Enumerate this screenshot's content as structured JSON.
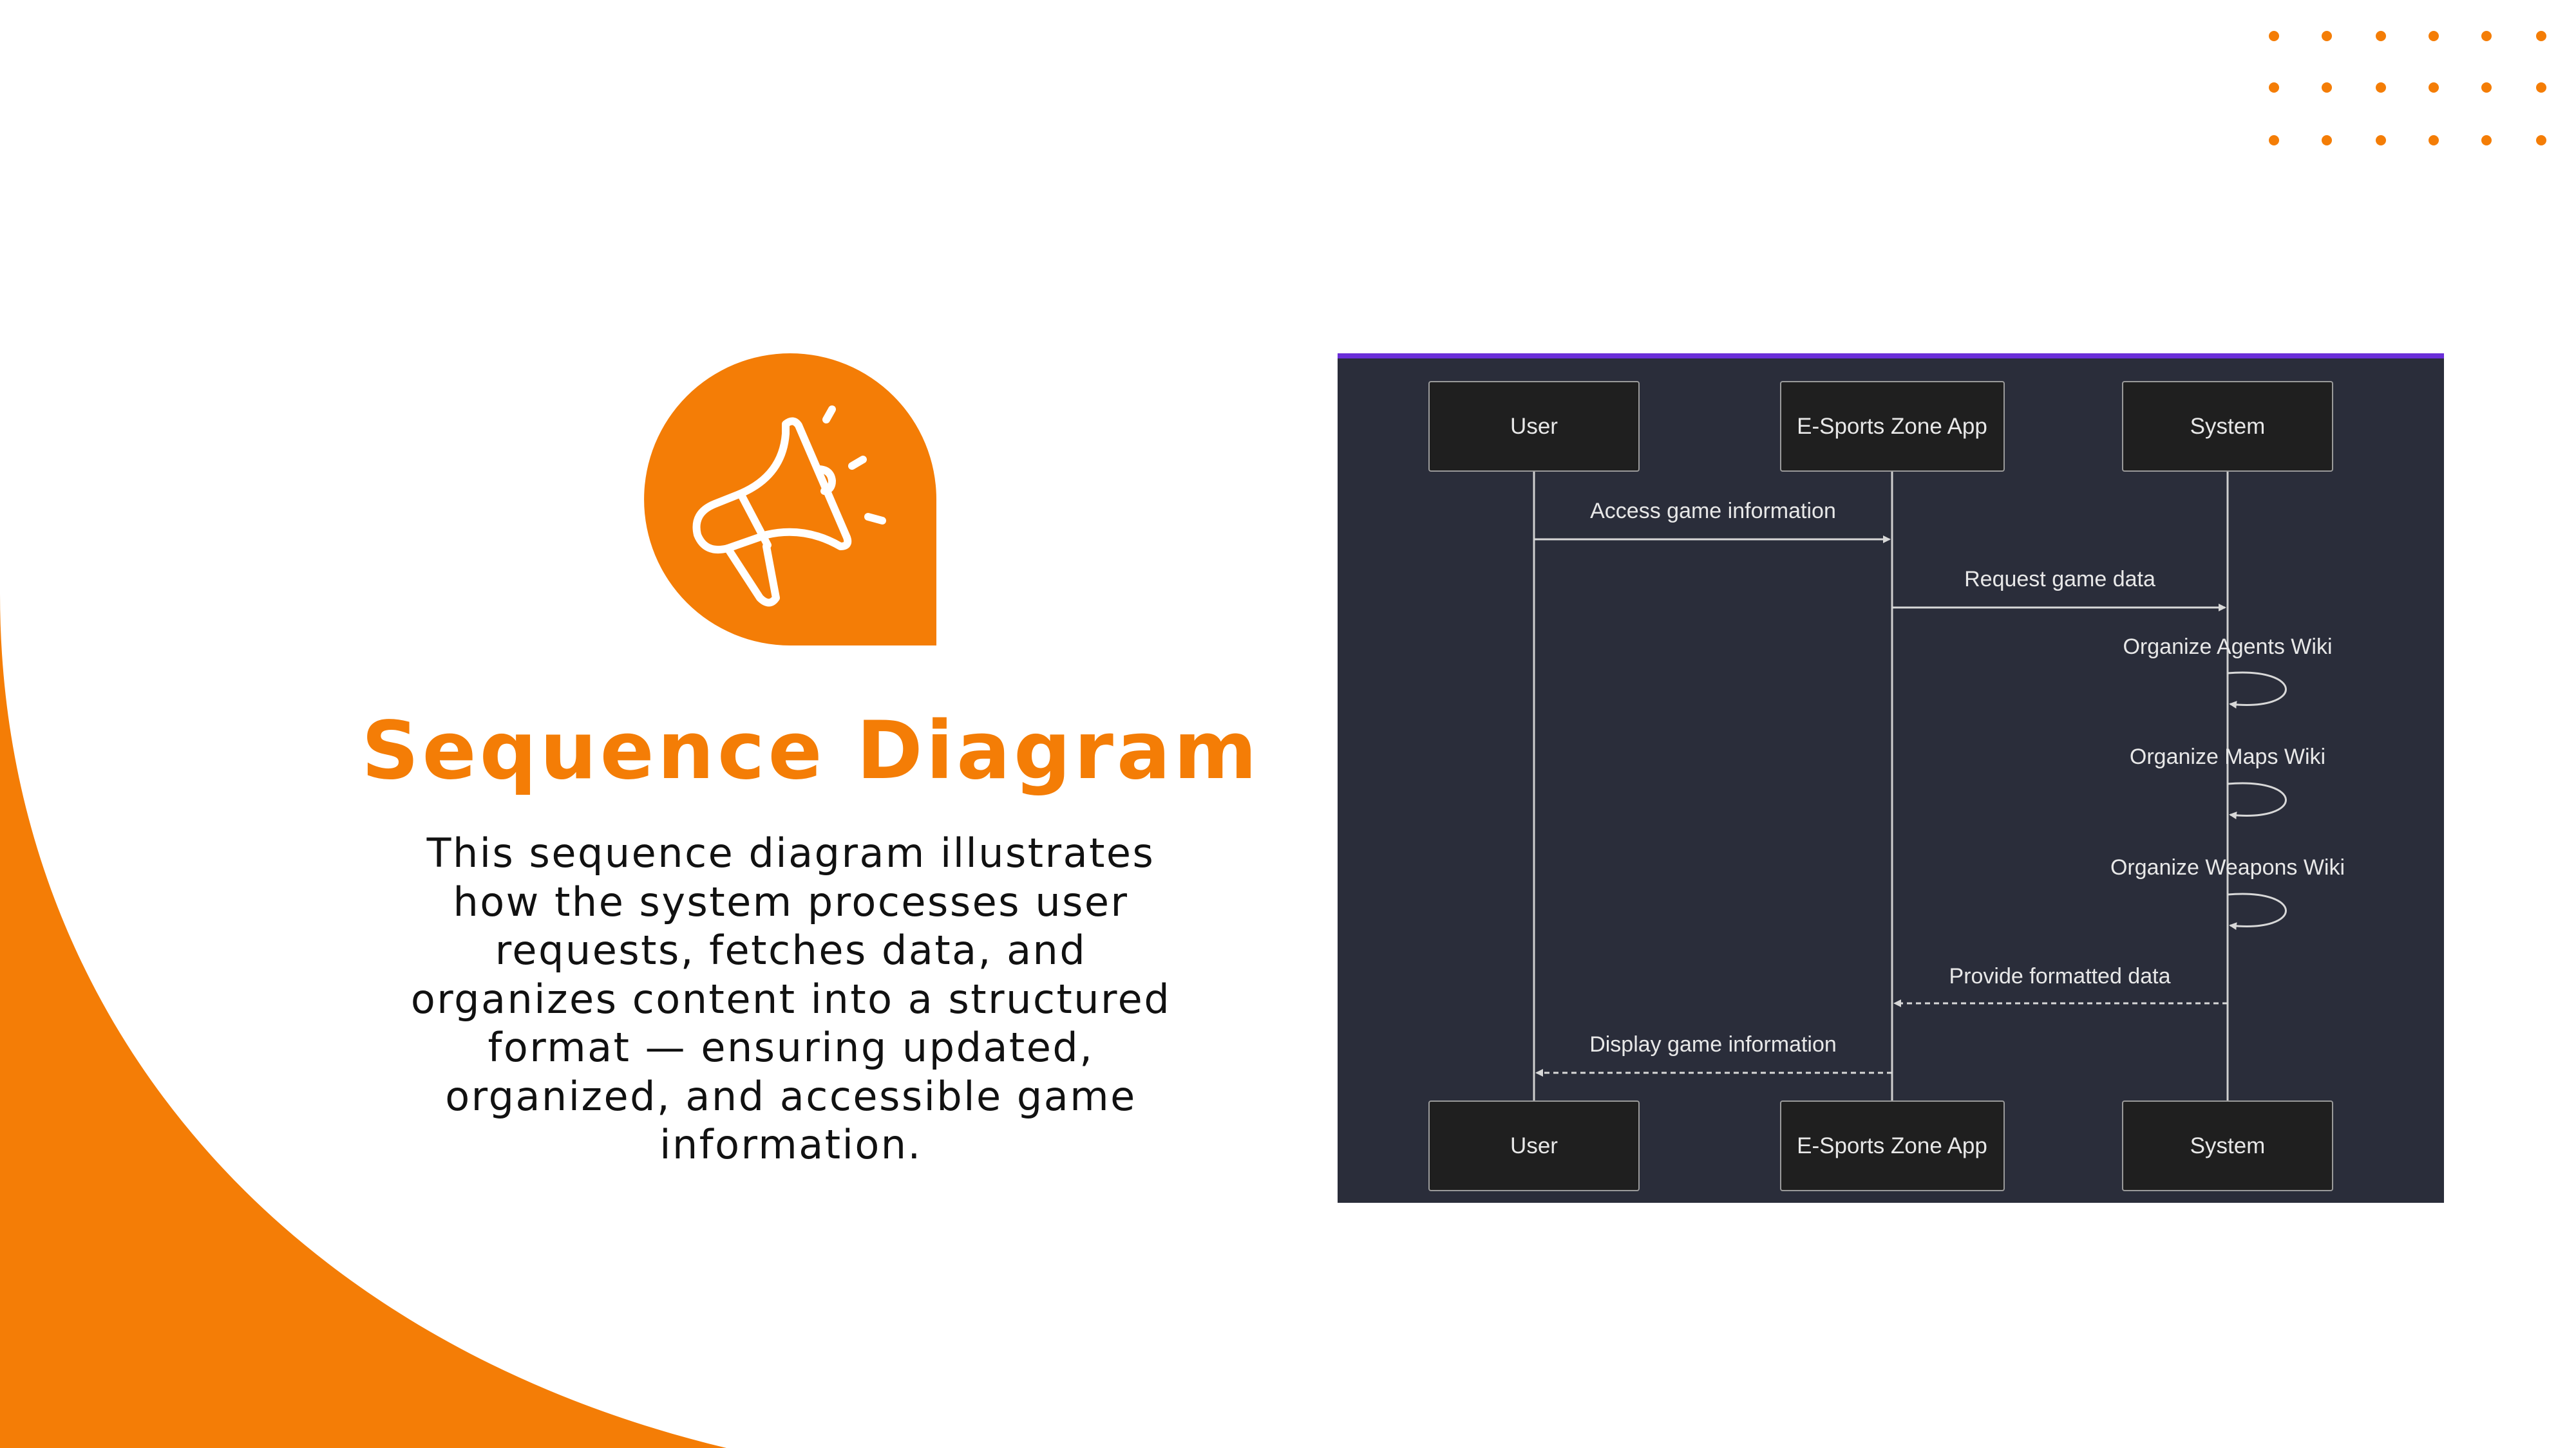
{
  "colors": {
    "accent": "#f47d06",
    "panel": "#2a2d3a",
    "panel_border": "#6a2ed8"
  },
  "badge": {
    "icon": "megaphone-icon"
  },
  "title": "Sequence Diagram",
  "description_lines": [
    "This sequence diagram illustrates",
    "how the system processes user",
    "requests, fetches data, and",
    "organizes content into a structured",
    "format — ensuring updated,",
    "organized, and accessible game",
    "information."
  ],
  "diagram": {
    "actors": [
      "User",
      "E-Sports Zone App",
      "System"
    ],
    "messages": [
      {
        "label": "Access game information",
        "from": "User",
        "to": "E-Sports Zone App",
        "style": "solid"
      },
      {
        "label": "Request game data",
        "from": "E-Sports Zone App",
        "to": "System",
        "style": "solid"
      },
      {
        "label": "Organize Agents Wiki",
        "from": "System",
        "to": "System",
        "style": "solid"
      },
      {
        "label": "Organize Maps Wiki",
        "from": "System",
        "to": "System",
        "style": "solid"
      },
      {
        "label": "Organize Weapons Wiki",
        "from": "System",
        "to": "System",
        "style": "solid"
      },
      {
        "label": "Provide formatted data",
        "from": "System",
        "to": "E-Sports Zone App",
        "style": "dashed"
      },
      {
        "label": "Display game information",
        "from": "E-Sports Zone App",
        "to": "User",
        "style": "dashed"
      }
    ]
  }
}
